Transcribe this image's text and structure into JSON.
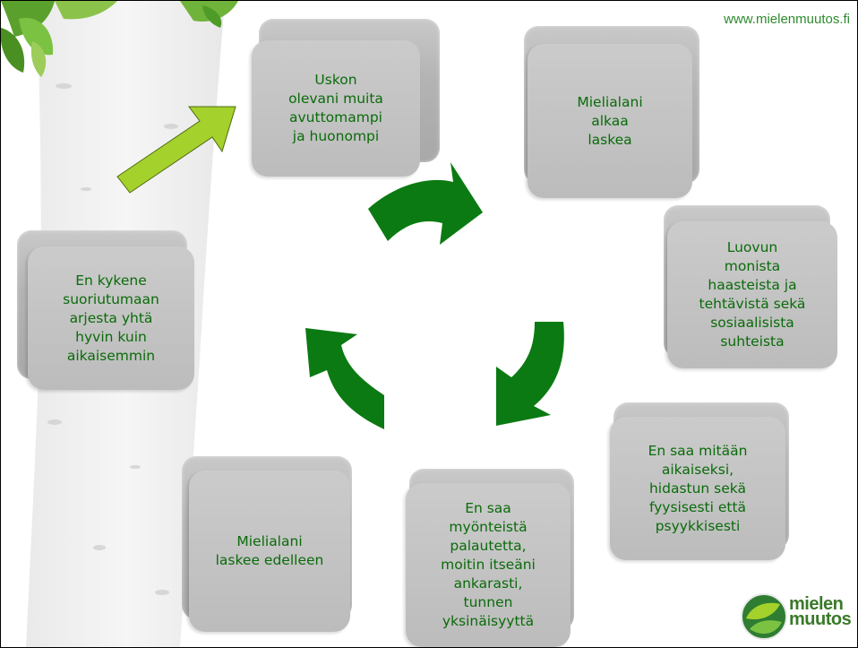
{
  "url": "www.mielenmuutos.fi",
  "logo": {
    "line1": "mielen",
    "line2": "muutos"
  },
  "boxes": [
    {
      "id": "uskon",
      "text": "Uskon\nolevani muita\navuttomampi\nja huonompi"
    },
    {
      "id": "mielialani-alkaa",
      "text": "Mielialani\nalkaa\nlaskea"
    },
    {
      "id": "luovun",
      "text": "Luovun\nmonista\nhaasteista ja\ntehtävistä sekä\nsosiaalisista\nsuhteista"
    },
    {
      "id": "en-saa-mitaan",
      "text": "En saa mitään\naikaiseksi,\nhidastun sekä\nfyysisesti että\npsyykkisesti"
    },
    {
      "id": "en-saa-palautetta",
      "text": "En saa\nmyönteistä\npalautetta,\nmoitin itseäni\nankarasti,\ntunnen\nyksinäisyyttä"
    },
    {
      "id": "mielialani-laskee",
      "text": "Mielialani\nlaskee edelleen"
    },
    {
      "id": "en-kykene",
      "text": "En kykene\nsuoriutumaan\narjesta yhtä\nhyvin kuin\naikaisemmin"
    }
  ],
  "colors": {
    "arrow_dark": "#0b7a12",
    "arrow_light": "#a4d12b",
    "text": "#0a6b0a",
    "box": "#bdbdbd"
  }
}
